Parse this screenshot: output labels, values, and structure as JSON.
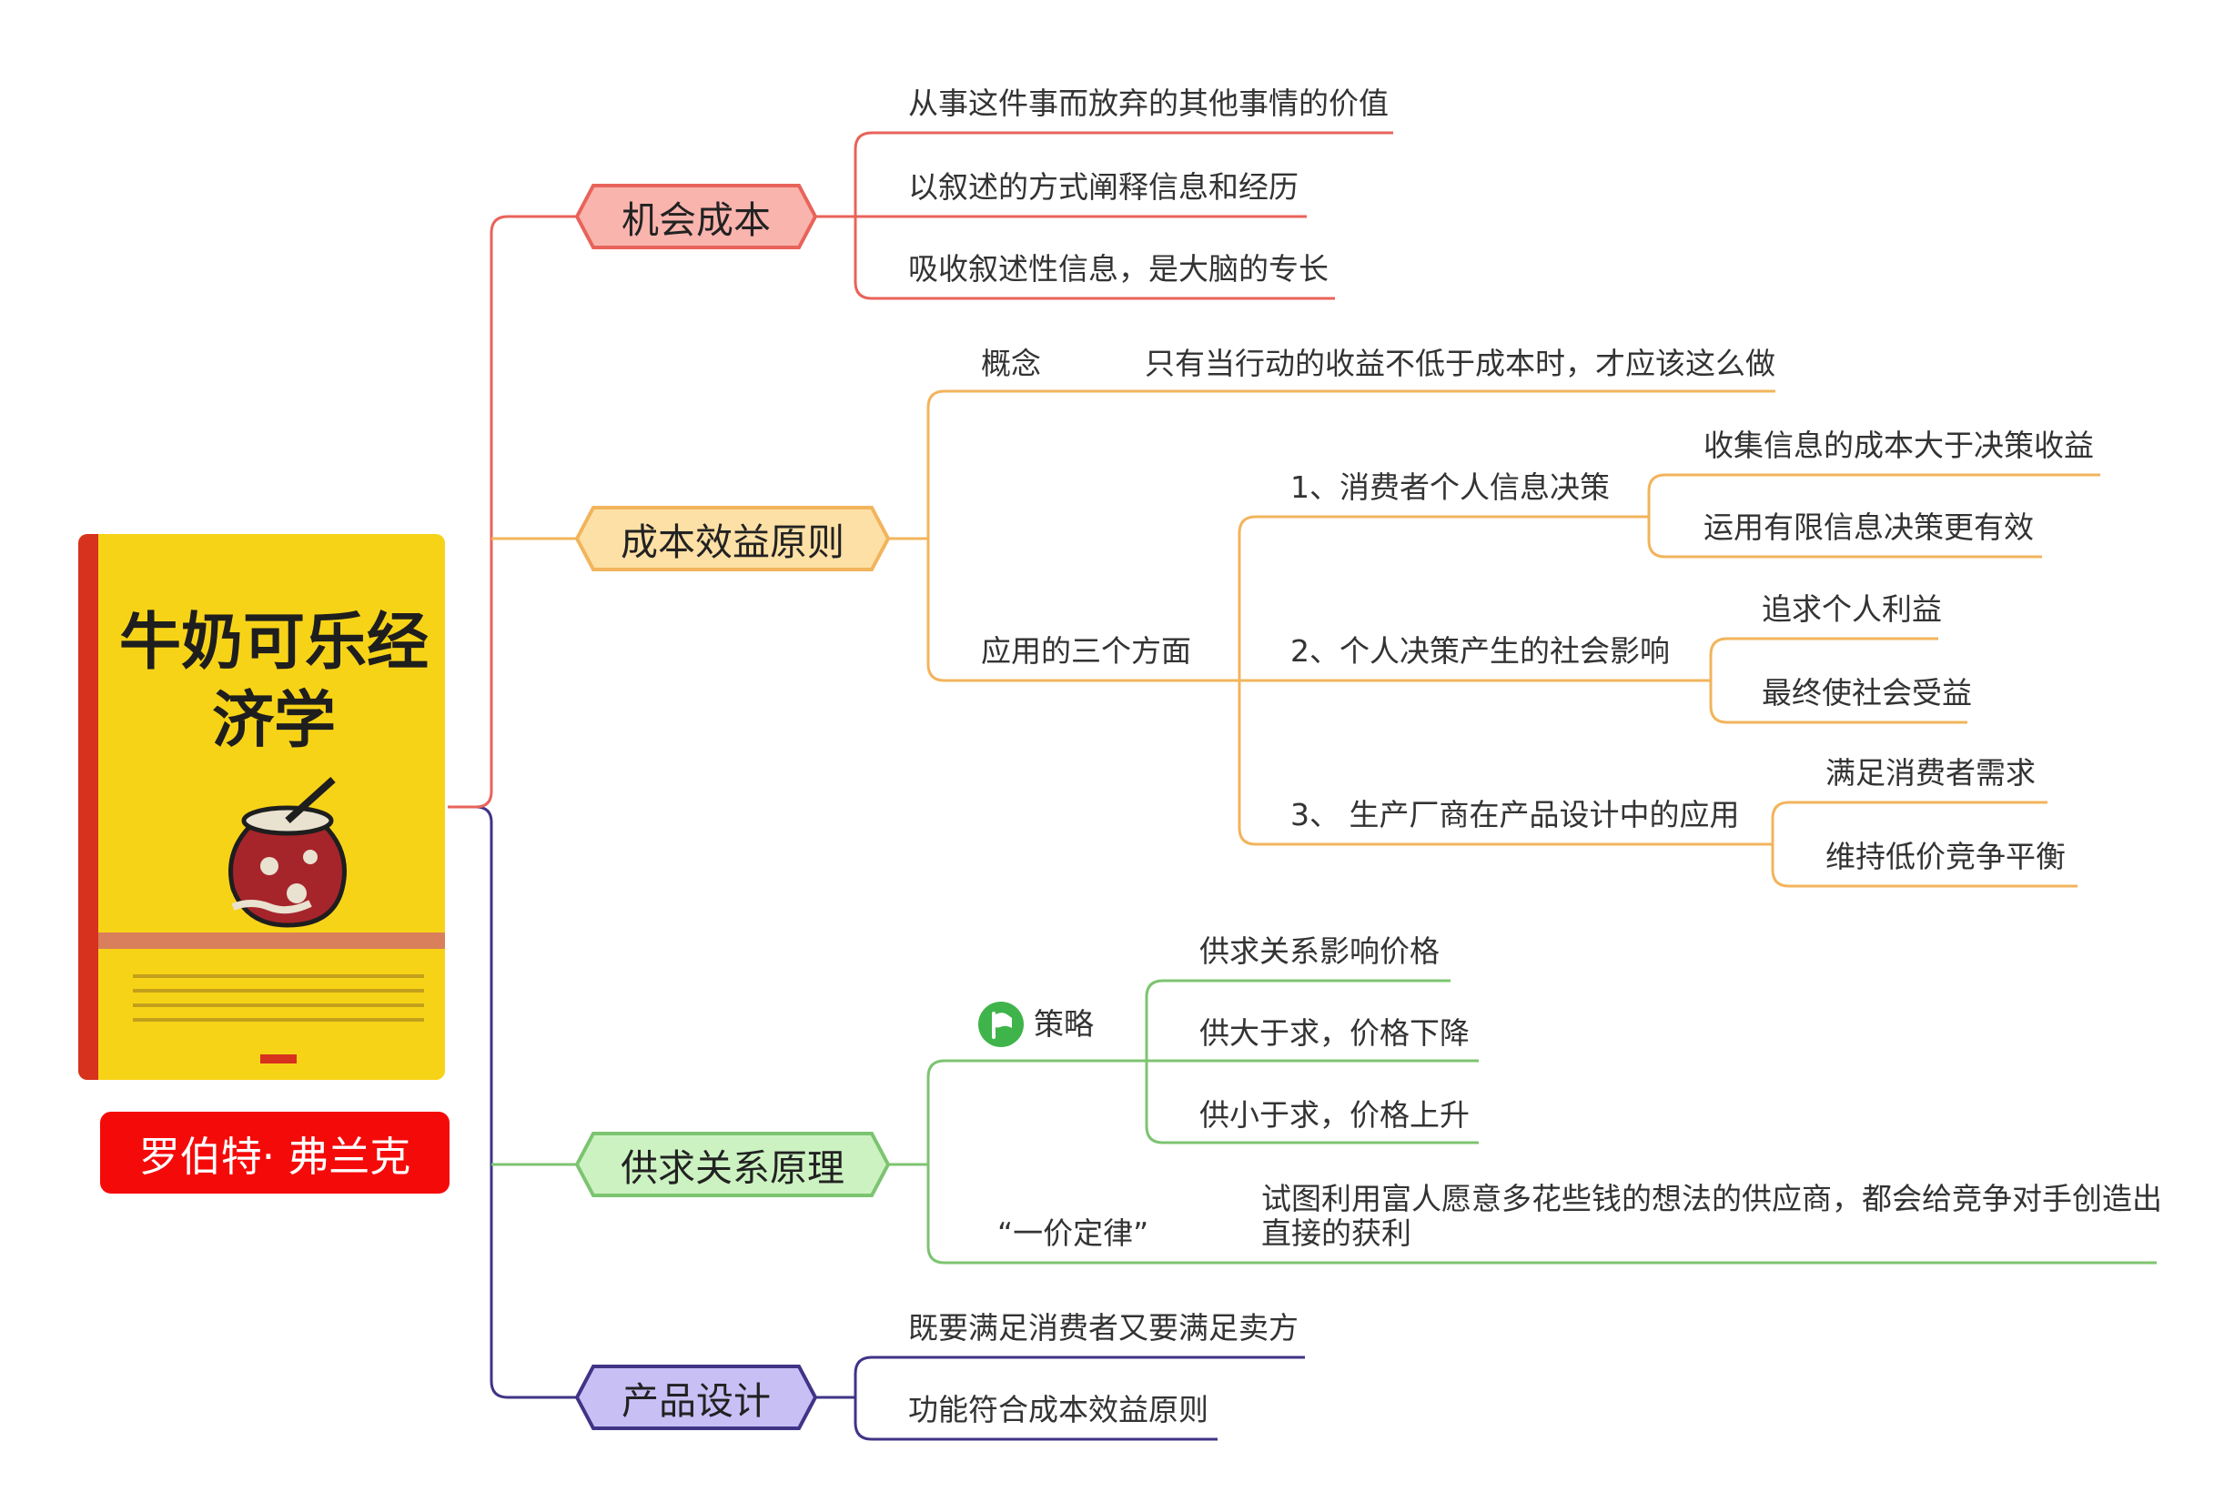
{
  "book_cover": {
    "title": "牛奶可乐经济学"
  },
  "author": "罗伯特· 弗兰克",
  "branches": [
    {
      "label": "机会成本",
      "color": "#e8635a",
      "fill": "#f9b4ad",
      "items": [
        "从事这件事而放弃的其他事情的价值",
        "以叙述的方式阐释信息和经历",
        "吸收叙述性信息，是大脑的专长"
      ]
    },
    {
      "label": "成本效益原则",
      "color": "#f2b45c",
      "fill": "#fde0a6",
      "concept": {
        "label": "概念",
        "text": "只有当行动的收益不低于成本时，才应该这么做"
      },
      "application": {
        "label": "应用的三个方面",
        "aspects": [
          {
            "label": "1、消费者个人信息决策",
            "items": [
              "收集信息的成本大于决策收益",
              "运用有限信息决策更有效"
            ]
          },
          {
            "label": "2、个人决策产生的社会影响",
            "items": [
              "追求个人利益",
              "最终使社会受益"
            ]
          },
          {
            "label": "3、 生产厂商在产品设计中的应用",
            "items": [
              "满足消费者需求",
              "维持低价竞争平衡"
            ]
          }
        ]
      }
    },
    {
      "label": "供求关系原理",
      "color": "#7cc470",
      "fill": "#cdf2c2",
      "strategy": {
        "label": "策略",
        "icon": "flag-icon",
        "items": [
          "供求关系影响价格",
          "供大于求，价格下降",
          "供小于求，价格上升"
        ]
      },
      "one_price": {
        "label": "“一价定律”",
        "text_line1": "试图利用富人愿意多花些钱的想法的供应商，都会给竞争对手创造出",
        "text_line2": "直接的获利"
      }
    },
    {
      "label": "产品设计",
      "color": "#3f3486",
      "fill": "#c8c0f5",
      "items": [
        "既要满足消费者又要满足卖方",
        "功能符合成本效益原则"
      ]
    }
  ]
}
